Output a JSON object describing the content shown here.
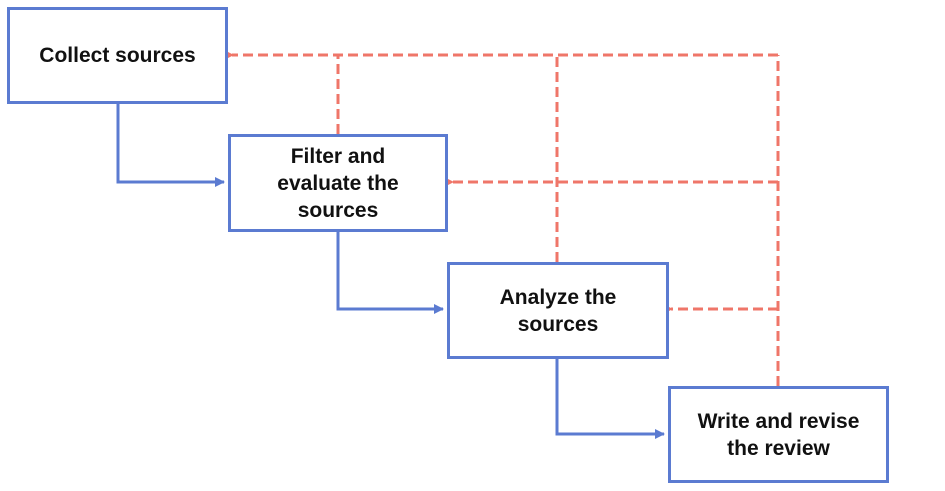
{
  "diagram": {
    "nodes": [
      {
        "id": "collect",
        "label": "Collect sources"
      },
      {
        "id": "filter",
        "label": "Filter and\nevaluate the\nsources"
      },
      {
        "id": "analyze",
        "label": "Analyze the\nsources"
      },
      {
        "id": "write",
        "label": "Write and revise\nthe review"
      }
    ],
    "edges_forward": [
      {
        "from": "collect",
        "to": "filter"
      },
      {
        "from": "filter",
        "to": "analyze"
      },
      {
        "from": "analyze",
        "to": "write"
      }
    ],
    "edges_feedback": [
      {
        "from": "filter",
        "to": "collect"
      },
      {
        "from": "analyze",
        "to": "collect"
      },
      {
        "from": "write",
        "to": "collect"
      },
      {
        "from": "write",
        "to": "filter"
      },
      {
        "from": "write",
        "to": "analyze"
      }
    ],
    "colors": {
      "forward": "#5b7bd1",
      "feedback": "#ef7669",
      "box_border": "#5b7bd1"
    }
  }
}
